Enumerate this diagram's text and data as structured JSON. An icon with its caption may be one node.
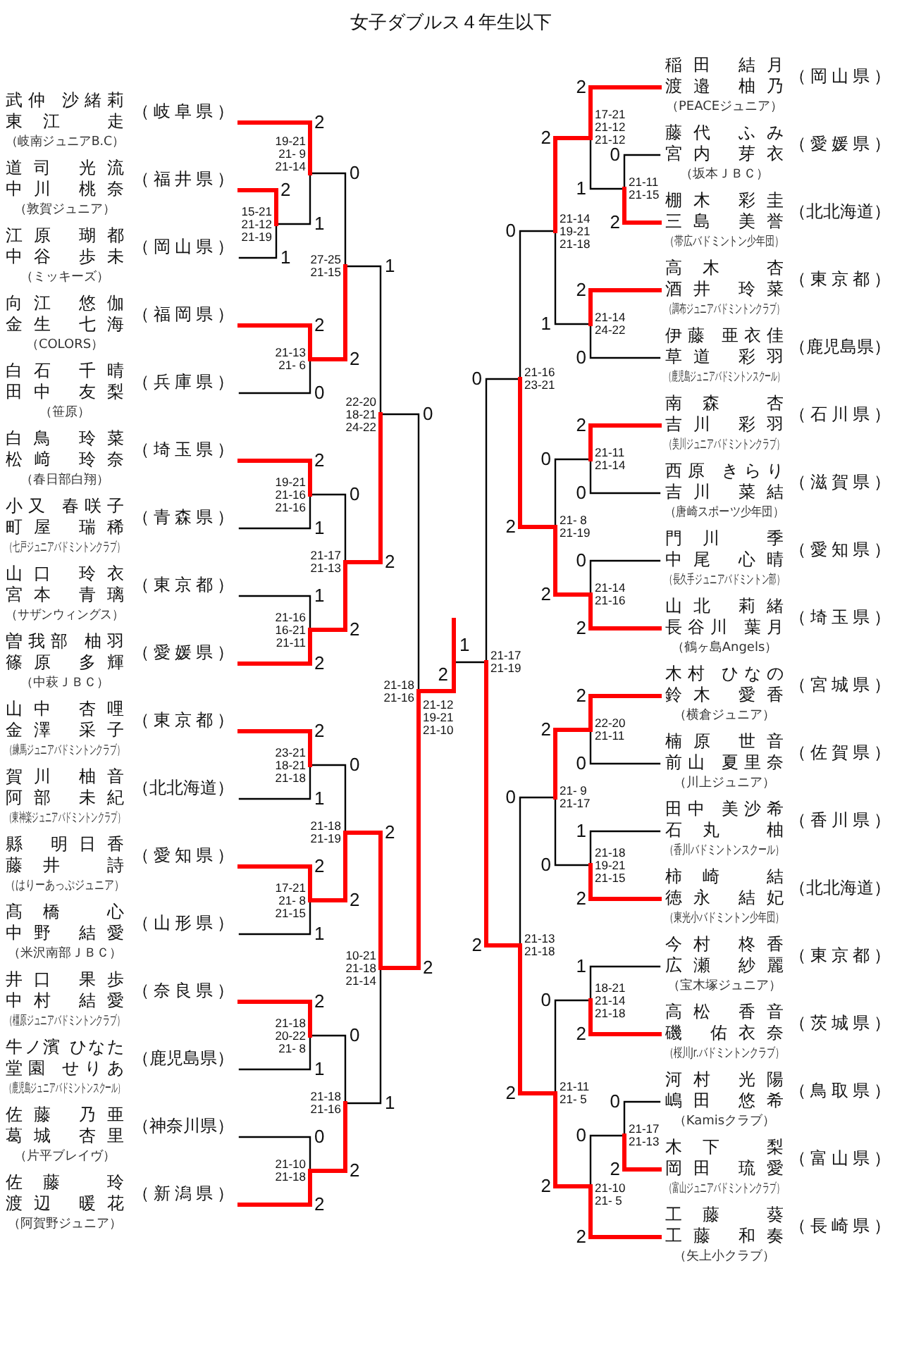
{
  "diagram": {
    "title": "女子ダブルス４年生以下",
    "nodes": [
      {
        "text": [
          "武仲 沙緒莉",
          "東江 走",
          "（岐南ジュニアB.C）",
          "（岐阜県）"
        ]
      },
      {
        "text": [
          "道司 光流",
          "中川 桃奈",
          "（敦賀ジュニア）",
          "（福井県）"
        ]
      },
      {
        "text": [
          "江原 瑚都",
          "中谷 歩未",
          "（ミッキーズ）",
          "（岡山県）"
        ]
      },
      {
        "text": [
          "向江 悠伽",
          "金生 七海",
          "（COLORS）",
          "（福岡県）"
        ]
      },
      {
        "text": [
          "白石 千晴",
          "田中 友梨",
          "（笹原）",
          "（兵庫県）"
        ]
      },
      {
        "text": [
          "白鳥 玲菜",
          "松﨑 玲奈",
          "（春日部白翔）",
          "（埼玉県）"
        ]
      },
      {
        "text": [
          "小又 春咲子",
          "町屋 瑞稀",
          "（七戸ジュニアバドミントンクラブ）",
          "（青森県）"
        ]
      },
      {
        "text": [
          "山口 玲衣",
          "宮本 青璃",
          "（サザンウィングス）",
          "（東京都）"
        ]
      },
      {
        "text": [
          "曽我部 柚羽",
          "篠原 多輝",
          "（中萩ＪＢＣ）",
          "（愛媛県）"
        ]
      },
      {
        "text": [
          "山中 杏哩",
          "金澤 采子",
          "（練馬ジュニアバドミントンクラブ）",
          "（東京都）"
        ]
      },
      {
        "text": [
          "賀川 柚音",
          "阿部 未紀",
          "（東神楽ジュニアバドミントンクラブ）",
          "（北北海道）"
        ]
      },
      {
        "text": [
          "縣 明日香",
          "藤井 詩",
          "（はりーあっぷジュニア）",
          "（愛知県）"
        ]
      },
      {
        "text": [
          "髙橋 心",
          "中野 結愛",
          "（米沢南部ＪＢＣ）",
          "（山形県）"
        ]
      },
      {
        "text": [
          "井口 果歩",
          "中村 結愛",
          "（橿原ジュニアバドミントンクラブ）",
          "（奈良県）"
        ]
      },
      {
        "text": [
          "牛ノ濱 ひなた",
          "堂園 せりあ",
          "（鹿児島ジュニアバドミントンスクール）",
          "（鹿児島県）"
        ]
      },
      {
        "text": [
          "佐藤 乃亜",
          "葛城 杏里",
          "（片平ブレイヴ）",
          "（神奈川県）"
        ]
      },
      {
        "text": [
          "佐藤 玲",
          "渡辺 暖花",
          "（阿賀野ジュニア）",
          "（新潟県）"
        ]
      },
      {
        "text": [
          "稲田 結月",
          "渡邉 柚乃",
          "（PEACEジュニア）",
          "（岡山県）"
        ]
      },
      {
        "text": [
          "藤代 ふみ",
          "宮内 芽衣",
          "（坂本ＪＢＣ）",
          "（愛媛県）"
        ]
      },
      {
        "text": [
          "棚木 彩圭",
          "三島 美誉",
          "（帯広バドミントン少年団）",
          "（北北海道）"
        ]
      },
      {
        "text": [
          "高木 杏",
          "酒井 玲菜",
          "（調布ジュニアバドミントンクラブ）",
          "（東京都）"
        ]
      },
      {
        "text": [
          "伊藤 亜衣佳",
          "草道 彩羽",
          "（鹿児島ジュニアバドミントンスクール）",
          "（鹿児島県）"
        ]
      },
      {
        "text": [
          "南森 杏",
          "吉川 彩羽",
          "（美川ジュニアバドミントンクラブ）",
          "（石川県）"
        ]
      },
      {
        "text": [
          "西原 きらり",
          "吉川 菜結",
          "（唐崎スポーツ少年団）",
          "（滋賀県）"
        ]
      },
      {
        "text": [
          "門川 季",
          "中尾 心晴",
          "（長久手ジュニアバドミントン部）",
          "（愛知県）"
        ]
      },
      {
        "text": [
          "山北 莉緒",
          "長谷川 葉月",
          "（鶴ヶ島Angels）",
          "（埼玉県）"
        ]
      },
      {
        "text": [
          "木村 ひなの",
          "鈴木 愛香",
          "（横倉ジュニア）",
          "（宮城県）"
        ]
      },
      {
        "text": [
          "楠原 世音",
          "前山 夏里奈",
          "（川上ジュニア）",
          "（佐賀県）"
        ]
      },
      {
        "text": [
          "田中 美沙希",
          "石丸 柚",
          "（香川バドミントンスクール）",
          "（香川県）"
        ]
      },
      {
        "text": [
          "柿崎 結",
          "徳永 結妃",
          "（東光小バドミントン少年団）",
          "（北北海道）"
        ]
      },
      {
        "text": [
          "今村 柊香",
          "広瀬 紗麗",
          "（宝木塚ジュニア）",
          "（東京都）"
        ]
      },
      {
        "text": [
          "高松 香音",
          "磯 佑衣奈",
          "（桜川Jr.バドミントンクラブ）",
          "（茨城県）"
        ]
      },
      {
        "text": [
          "河村 光陽",
          "嶋田 悠希",
          "（Kamisクラブ）",
          "（鳥取県）"
        ]
      },
      {
        "text": [
          "木下 梨",
          "岡田 琉愛",
          "（富山ジュニアバドミントンクラブ）",
          "（富山県）"
        ]
      },
      {
        "text": [
          "工藤 葵",
          "工藤 和奏",
          "（矢上小クラブ）",
          "（長崎県）"
        ]
      }
    ],
    "labels": [
      "2",
      "1",
      "15-21 21-12 21-19",
      "2",
      "1",
      "19-21 21- 9 21-14",
      "2",
      "0",
      "21-13 21- 6",
      "0",
      "2",
      "27-25 21-15",
      "2",
      "1",
      "19-21 21-16 21-16",
      "1",
      "2",
      "21-16 16-21 21-11",
      "0",
      "2",
      "21-17 21-13",
      "1",
      "2",
      "22-20 18-21 24-22",
      "2",
      "1",
      "23-21 18-21 21-18",
      "2",
      "1",
      "17-21 21- 8 21-15",
      "0",
      "2",
      "21-18 21-19",
      "2",
      "1",
      "21-18 20-22 21- 8",
      "0",
      "2",
      "21-10 21-18",
      "0",
      "2",
      "21-18 21-16",
      "2",
      "1",
      "10-21 21-18 21-14",
      "0",
      "2",
      "21-18 21-16",
      "0",
      "2",
      "21-11 21-15",
      "2",
      "1",
      "17-21 21-12 21-12",
      "2",
      "0",
      "21-14 24-22",
      "2",
      "1",
      "21-14 19-21 21-18",
      "2",
      "0",
      "21-11 21-14",
      "0",
      "2",
      "21-14 21-16",
      "0",
      "2",
      "21- 8 21-19",
      "0",
      "2",
      "21-16 23-21",
      "2",
      "0",
      "22-20 21-11",
      "1",
      "2",
      "21-18 19-21 21-15",
      "2",
      "0",
      "21- 9 21-17",
      "1",
      "2",
      "18-21 21-14 21-18",
      "0",
      "2",
      "21-17 21-13",
      "0",
      "2",
      "21-10 21- 5",
      "0",
      "2",
      "21-11 21- 5",
      "0",
      "2",
      "21-13 21-18",
      "0",
      "2",
      "21-17 21-19",
      "2",
      "1",
      "21-12 19-21 21-10"
    ]
  }
}
